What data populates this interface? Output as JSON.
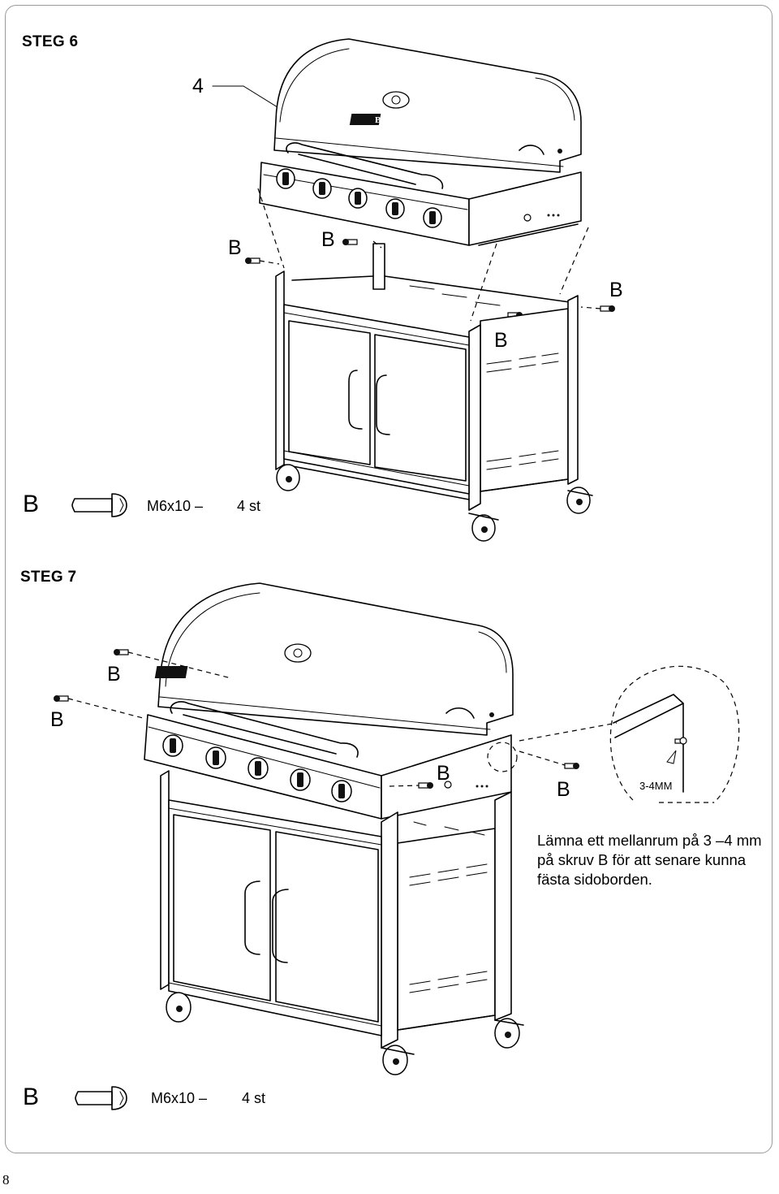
{
  "steps": [
    {
      "title": "STEG 6",
      "callout": "4",
      "screw_labels": [
        "B",
        "B",
        "B",
        "B"
      ],
      "part": {
        "letter": "B",
        "size": "M6x10 –",
        "qty": "4 st"
      }
    },
    {
      "title": "STEG 7",
      "screw_labels": [
        "B",
        "B",
        "B",
        "B"
      ],
      "gap_label": "3-4MM",
      "note": "Lämna ett mellanrum på 3 –4 mm på skruv B för att senare kunna fästa sidoborden.",
      "part": {
        "letter": "B",
        "size": "M6x10 –",
        "qty": "4 st"
      }
    }
  ],
  "logo_text": "BBQ",
  "page_number": "8"
}
